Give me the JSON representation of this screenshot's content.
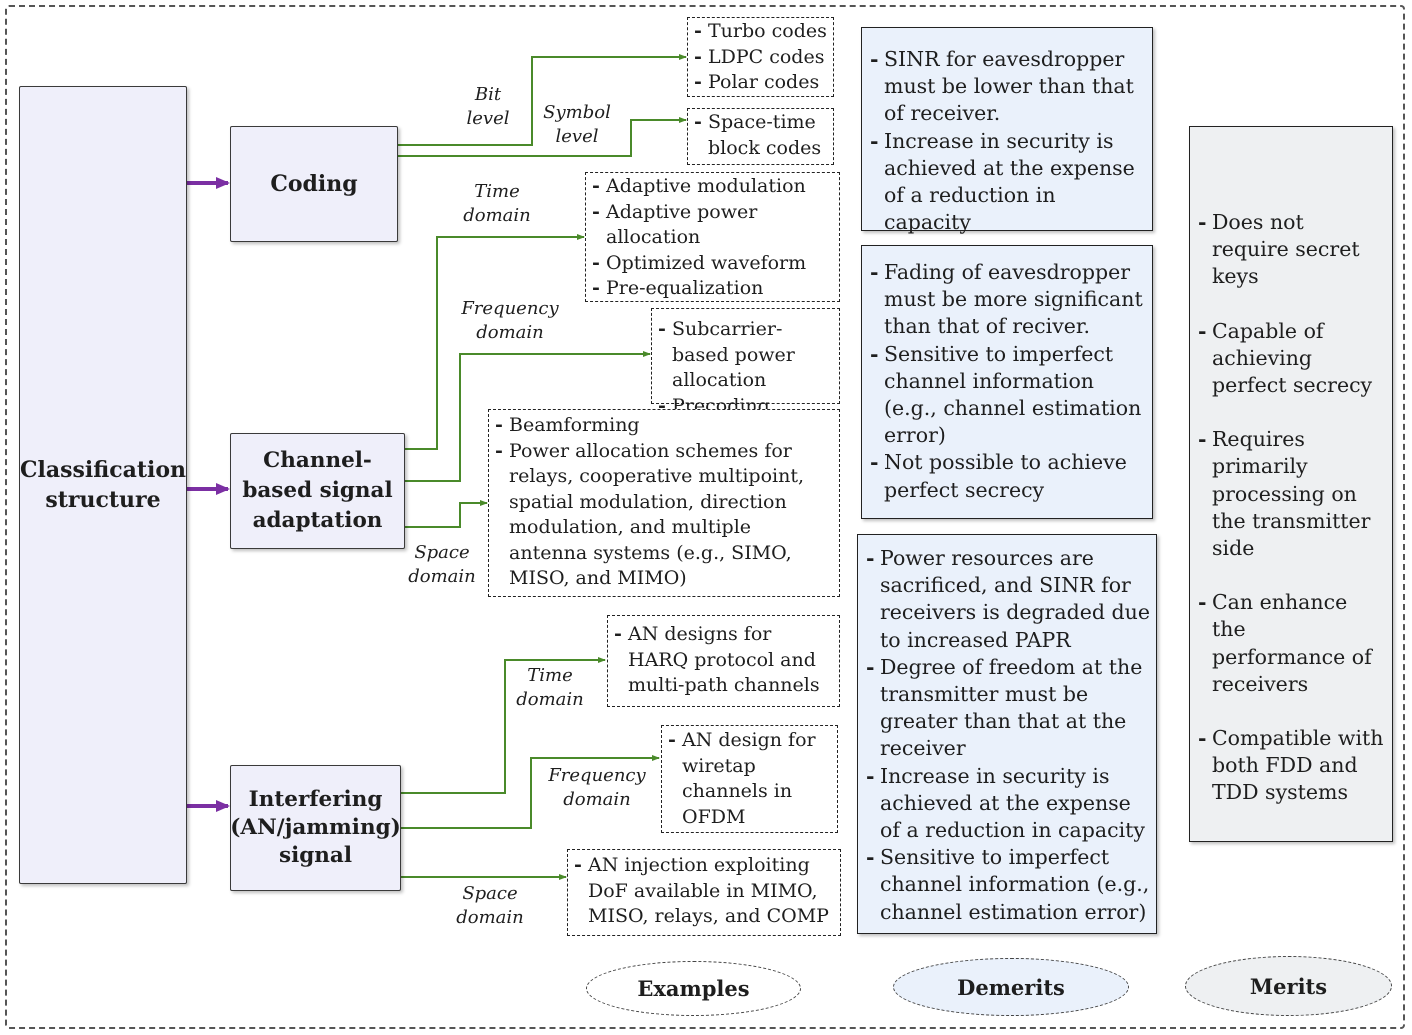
{
  "left_box": {
    "label": "Classification structure"
  },
  "categories": {
    "coding": "Coding",
    "channel": "Channel-based signal adaptation",
    "interfering": "Interfering (AN/jamming) signal"
  },
  "branch_labels": {
    "bit_level": "Bit level",
    "symbol_level": "Symbol level",
    "time_domain_1": "Time domain",
    "freq_domain_1": "Frequency domain",
    "space_domain_1": "Space domain",
    "time_domain_2": "Time domain",
    "freq_domain_2": "Frequency domain",
    "space_domain_2": "Space domain"
  },
  "examples": {
    "bit": [
      "Turbo codes",
      "LDPC codes",
      "Polar codes"
    ],
    "symbol": [
      "Space-time block codes"
    ],
    "time": [
      "Adaptive modulation",
      "Adaptive power allocation",
      "Optimized waveform",
      "Pre-equalization"
    ],
    "freq": [
      "Subcarrier-based power allocation",
      "Precoding"
    ],
    "space": [
      "Beamforming",
      "Power allocation schemes for relays, cooperative multipoint, spatial modulation, direction modulation, and multiple antenna systems (e.g., SIMO, MISO, and MIMO)"
    ],
    "an_time": [
      "AN designs for HARQ protocol and multi-path channels"
    ],
    "an_freq": [
      "AN design for wiretap channels in OFDM"
    ],
    "an_space": [
      "AN injection exploiting DoF available in MIMO, MISO, relays, and COMP"
    ]
  },
  "demerits": {
    "coding": [
      "SINR for eavesdropper must be lower than that of receiver.",
      "Increase in security is achieved at the expense of a reduction in capacity"
    ],
    "channel": [
      "Fading of eavesdropper must be more significant than that of reciver.",
      "Sensitive to imperfect channel information (e.g., channel estimation error)",
      "Not possible to achieve perfect secrecy"
    ],
    "interfering": [
      "Power resources are sacrificed, and SINR for receivers is degraded due to increased PAPR",
      " Degree of freedom at the transmitter must be greater than that at the receiver",
      "Increase in security is achieved at the expense of a reduction in capacity",
      "Sensitive to imperfect channel information (e.g., channel estimation error)"
    ]
  },
  "merits": [
    "Does not require secret keys",
    "Capable of achieving perfect secrecy",
    "Requires primarily processing on the transmitter side",
    "Can enhance the performance of receivers",
    "Compatible with both FDD and TDD systems"
  ],
  "legend": {
    "examples": "Examples",
    "demerits": "Demerits",
    "merits": "Merits"
  },
  "colors": {
    "connector_green": "#4a8a2a",
    "arrow_purple": "#7b2fa3",
    "box_fill": "#efeffa",
    "demerit_fill": "#eaf1fb",
    "merit_fill": "#eef0f2"
  }
}
